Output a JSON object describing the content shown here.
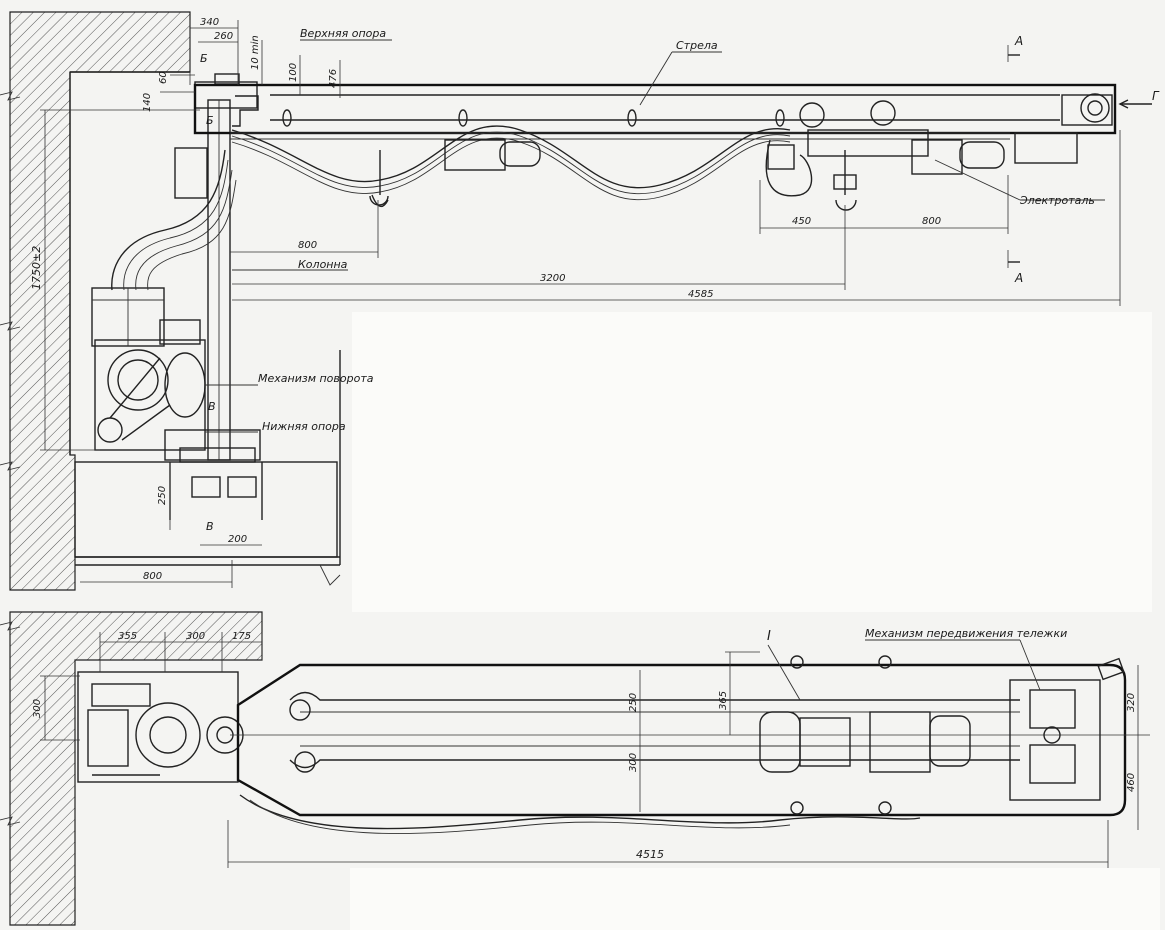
{
  "labels": {
    "upper_support": "Верхняя опора",
    "boom": "Стрела",
    "hoist": "Электроталь",
    "column": "Колонна",
    "slewing_mechanism": "Механизм поворота",
    "lower_support": "Нижняя опора",
    "trolley_travel_mechanism": "Механизм передвижения тележки"
  },
  "section_marks": {
    "a_top": "А",
    "a_bottom": "А",
    "b_top": "Б",
    "b_mid": "Б",
    "v_top": "В",
    "v_bottom": "В",
    "g": "Г",
    "detail_i": "I"
  },
  "dimensions_elevation": {
    "d340": "340",
    "d260": "260",
    "d10": "10 min",
    "d100": "100",
    "d476": "476",
    "d60": "60",
    "d140": "140",
    "d1750": "1750±2",
    "d800_col": "800",
    "d3200": "3200",
    "d4585": "4585",
    "d450": "450",
    "d800_hoist": "800",
    "d250": "250",
    "d200": "200",
    "d800_base": "800"
  },
  "dimensions_plan": {
    "d355": "355",
    "d300_top": "300",
    "d175": "175",
    "d300_left": "300",
    "d250": "250",
    "d300_mid": "300",
    "d365": "365",
    "d320": "320",
    "d460": "460",
    "d4515": "4515"
  }
}
